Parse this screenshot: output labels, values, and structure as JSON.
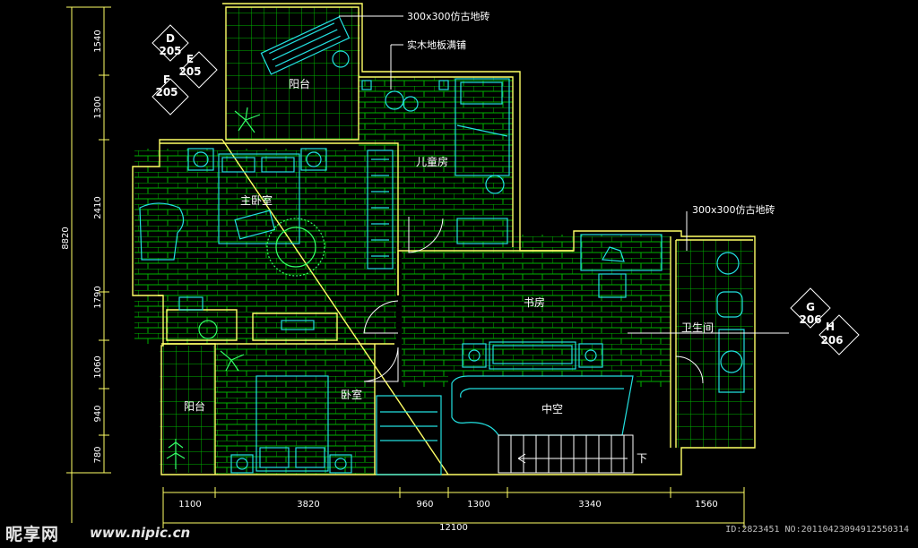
{
  "annotations": {
    "tile_top": "300x300仿古地砖",
    "wood_floor": "实木地板满铺",
    "tile_right": "300x300仿古地砖"
  },
  "rooms": {
    "balcony_top": "阳台",
    "kids_room": "儿童房",
    "master_bedroom": "主卧室",
    "study": "书房",
    "bathroom": "卫生间",
    "bedroom": "卧室",
    "balcony_left": "阳台",
    "void": "中空",
    "stairs_down": "下"
  },
  "section_tags": {
    "d": {
      "letter": "D",
      "num": "205"
    },
    "e": {
      "letter": "E",
      "num": "205"
    },
    "f": {
      "letter": "F",
      "num": "205"
    },
    "g": {
      "letter": "G",
      "num": "206"
    },
    "h": {
      "letter": "H",
      "num": "206"
    }
  },
  "dims_vertical": [
    "1540",
    "1300",
    "2410",
    "1790",
    "1060",
    "940",
    "780"
  ],
  "dim_vertical_total": "8820",
  "dims_bottom": [
    "1100",
    "3820",
    "960",
    "1300",
    "3340",
    "1560"
  ],
  "dim_bottom_total": "12100",
  "watermark": {
    "brand": "昵享网",
    "site": "www.nipic.cn",
    "image_id": "ID:2823451 NO:20110423094912550314"
  },
  "colors": {
    "background": "#000000",
    "tile": "#00c000",
    "wall": "#ffff66",
    "furniture": "#22e0e0",
    "dimension": "#ffff66",
    "text": "#ffffff"
  }
}
